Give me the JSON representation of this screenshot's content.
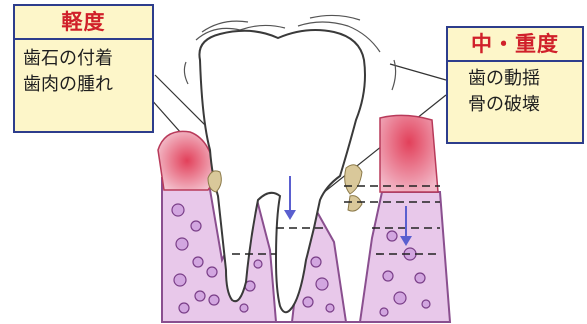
{
  "labels": {
    "mild": {
      "title": "軽度",
      "lines": [
        "歯石の付着",
        "歯肉の腫れ"
      ]
    },
    "severe": {
      "title": "中・重度",
      "lines": [
        "歯の動揺",
        "骨の破壊"
      ]
    }
  },
  "colors": {
    "label_fill": "#fdf6c9",
    "label_border": "#2d3d8c",
    "label_title": "#d0202a",
    "gum_fill": "#f4c6d2",
    "gum_inflamed": "#e2405a",
    "bone_fill": "#e8c8ea",
    "bone_dots": "#c89ad8",
    "tooth_outline": "#3a3a3a",
    "tartar": "#b8a47a",
    "arrow": "#5a5fcf"
  },
  "icons": [
    "down-arrow-icon",
    "wobble-lines-icon"
  ]
}
